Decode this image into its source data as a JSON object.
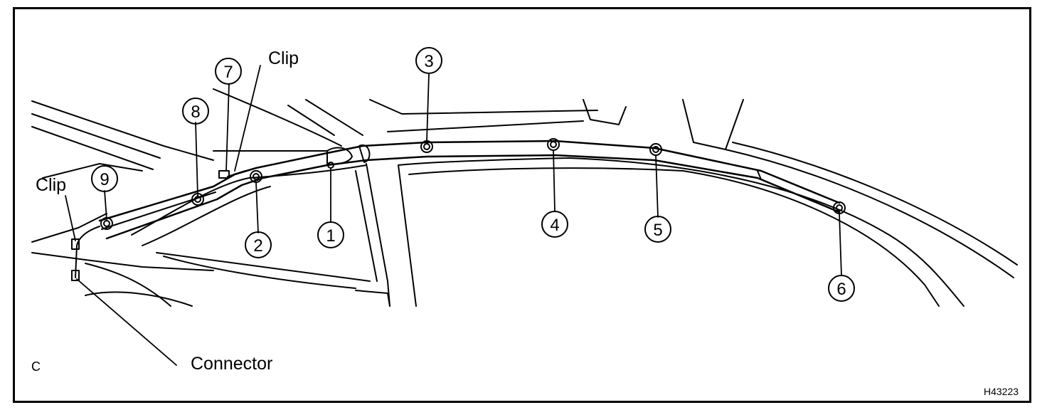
{
  "figure_id": "H43223",
  "view_label": "C",
  "callouts": {
    "clip_left": "Clip",
    "clip_top": "Clip",
    "connector": "Connector"
  },
  "numbers": [
    "1",
    "2",
    "3",
    "4",
    "5",
    "6",
    "7",
    "8",
    "9"
  ]
}
